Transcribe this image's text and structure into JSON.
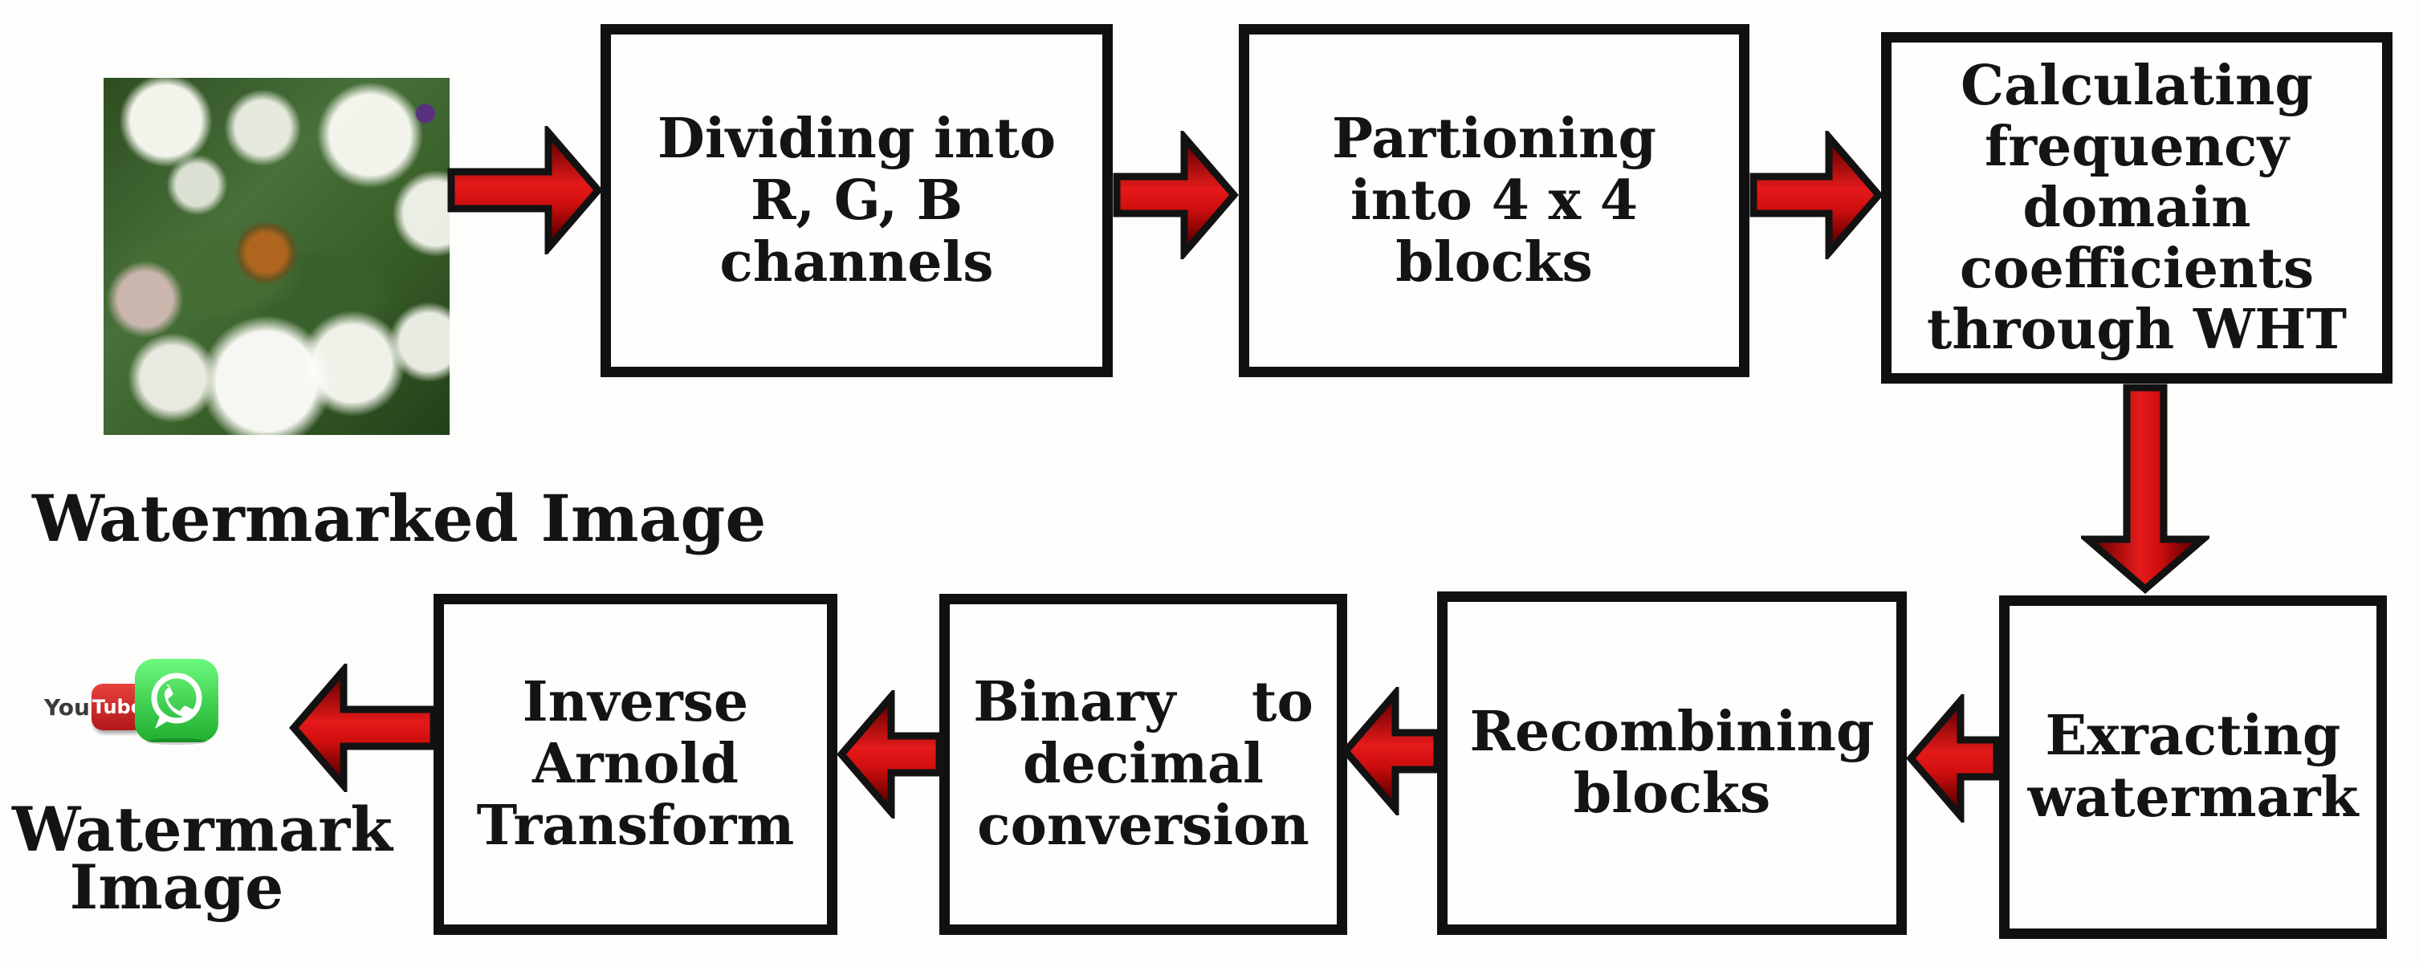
{
  "figure": {
    "source": {
      "label": "Watermarked Image"
    },
    "result": {
      "label_lines": [
        "Watermark",
        "Image"
      ]
    },
    "process_top": [
      {
        "lines": [
          "Dividing into",
          "R, G, B",
          "channels"
        ]
      },
      {
        "lines": [
          "Partioning",
          "into 4 x 4",
          "blocks"
        ]
      },
      {
        "lines": [
          "Calculating",
          "frequency",
          "domain",
          "coefficients",
          "through WHT"
        ]
      }
    ],
    "process_bottom": [
      {
        "lines": [
          "Inverse",
          "Arnold",
          "Transform"
        ]
      },
      {
        "lines": [
          "Binary    to",
          "decimal",
          "conversion"
        ]
      },
      {
        "lines": [
          "Recombining",
          "blocks"
        ]
      },
      {
        "lines": [
          "Exracting",
          "watermark"
        ]
      }
    ],
    "icons": {
      "youtube_you": "You",
      "youtube_tube": "Tube",
      "whatsapp": "whatsapp-icon",
      "flower_photo": "watermarked-flower-photo"
    },
    "colors": {
      "arrow_red": "#d51414",
      "arrow_red_dark": "#5a0000",
      "outline_black": "#121212",
      "box_border": "#101010",
      "text": "#141414",
      "youtube_red": "#cd201f",
      "whatsapp_green": "#2ab540",
      "background": "#fdfdfc"
    }
  }
}
